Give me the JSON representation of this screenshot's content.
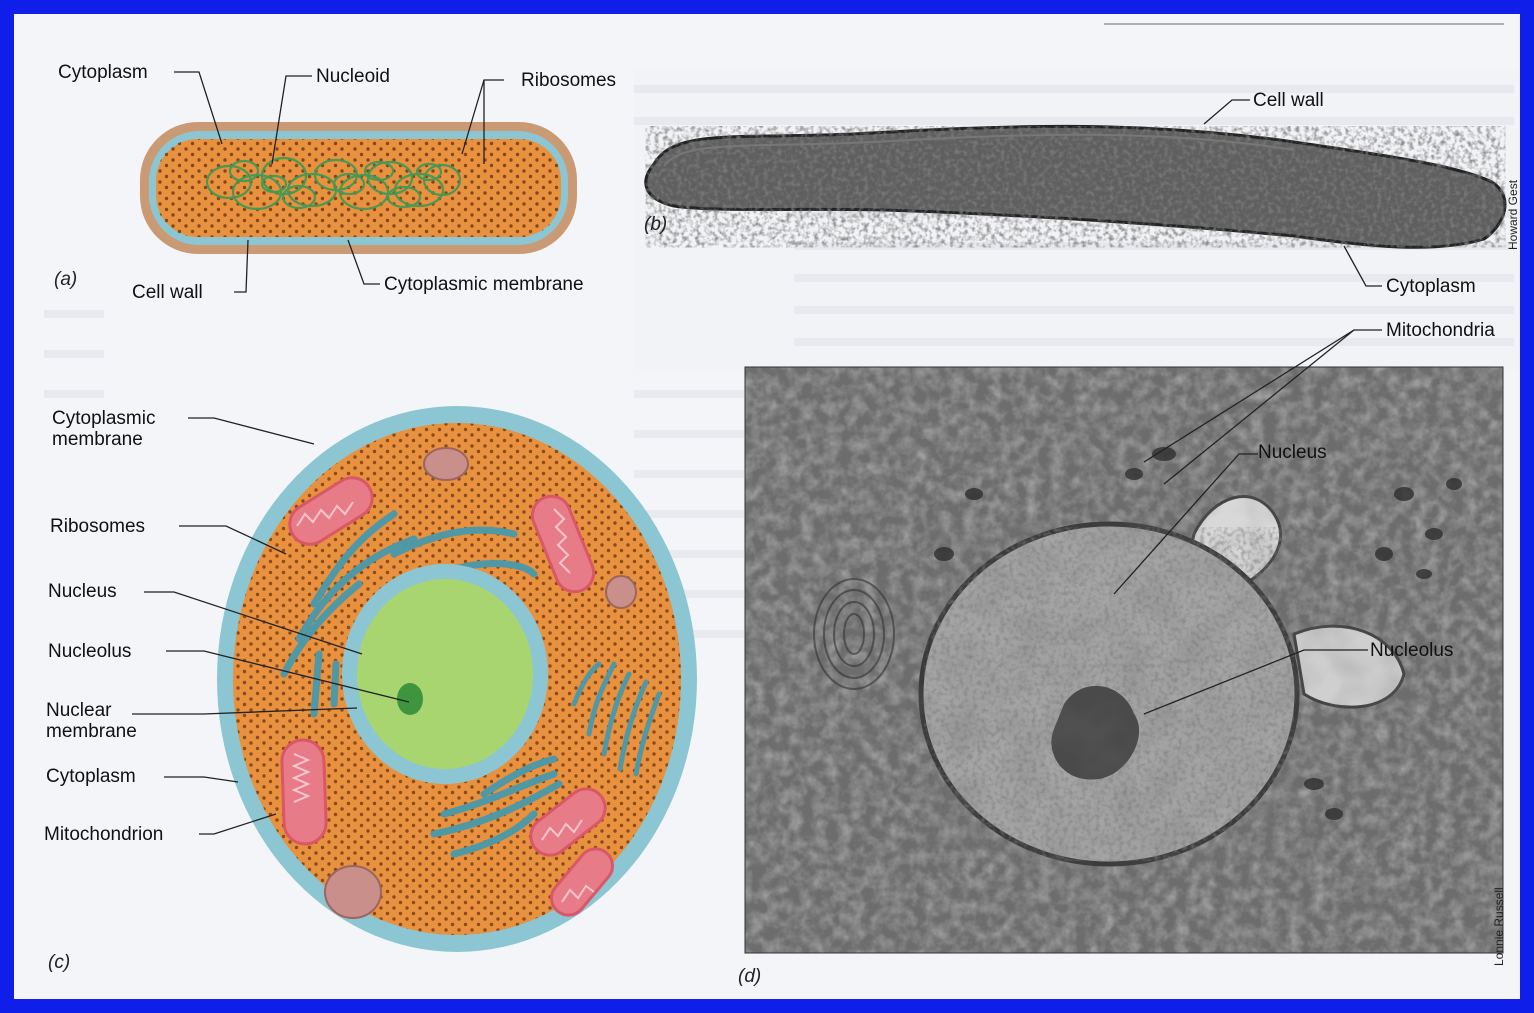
{
  "figure": {
    "panel_a": {
      "letter": "(a)",
      "labels": {
        "cytoplasm": "Cytoplasm",
        "nucleoid": "Nucleoid",
        "ribosomes": "Ribosomes",
        "cell_wall": "Cell wall",
        "cytoplasmic_membrane": "Cytoplasmic membrane"
      }
    },
    "panel_b": {
      "letter": "(b)",
      "labels": {
        "cell_wall": "Cell wall",
        "cytoplasm": "Cytoplasm"
      },
      "credit": "Howard Gest"
    },
    "panel_c": {
      "letter": "(c)",
      "labels": {
        "cytoplasmic_membrane": "Cytoplasmic membrane",
        "ribosomes": "Ribosomes",
        "nucleus": "Nucleus",
        "nucleolus": "Nucleolus",
        "nuclear_membrane": "Nuclear membrane",
        "cytoplasm": "Cytoplasm",
        "mitochondrion": "Mitochondrion"
      }
    },
    "panel_d": {
      "letter": "(d)",
      "labels": {
        "mitochondria": "Mitochondria",
        "nucleus": "Nucleus",
        "nucleolus": "Nucleolus"
      },
      "credit": "Lonnie Russell"
    },
    "colors": {
      "cytoplasm_orange": "#e8913f",
      "cell_wall_tan": "#c99a74",
      "membrane_blue": "#8cc6d3",
      "nucleus_green": "#9fcf62",
      "mitochondria_pink": "#e77c88",
      "er_teal": "#4f98a6",
      "frame_blue": "#0f1ee8"
    }
  }
}
